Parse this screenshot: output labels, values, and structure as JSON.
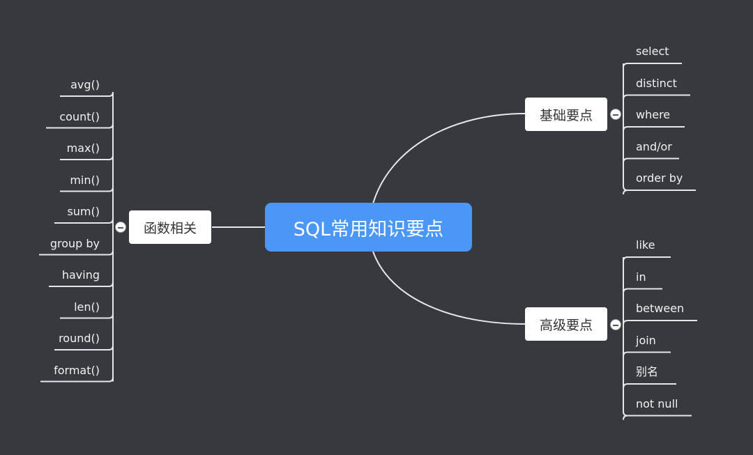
{
  "root": {
    "label": "SQL常用知识要点"
  },
  "functions": {
    "label": "函数相关",
    "items": [
      "avg()",
      "count()",
      "max()",
      "min()",
      "sum()",
      "group by",
      "having",
      "len()",
      "round()",
      "format()"
    ]
  },
  "basics": {
    "label": "基础要点",
    "items": [
      "select",
      "distinct",
      "where",
      "and/or",
      "order by"
    ]
  },
  "advanced": {
    "label": "高级要点",
    "items": [
      "like",
      "in",
      "between",
      "join",
      "别名",
      "not null"
    ]
  },
  "colors": {
    "background": "#36393e",
    "root": "#4a97f7",
    "node": "#ffffff",
    "line": "#e8e8e8"
  }
}
